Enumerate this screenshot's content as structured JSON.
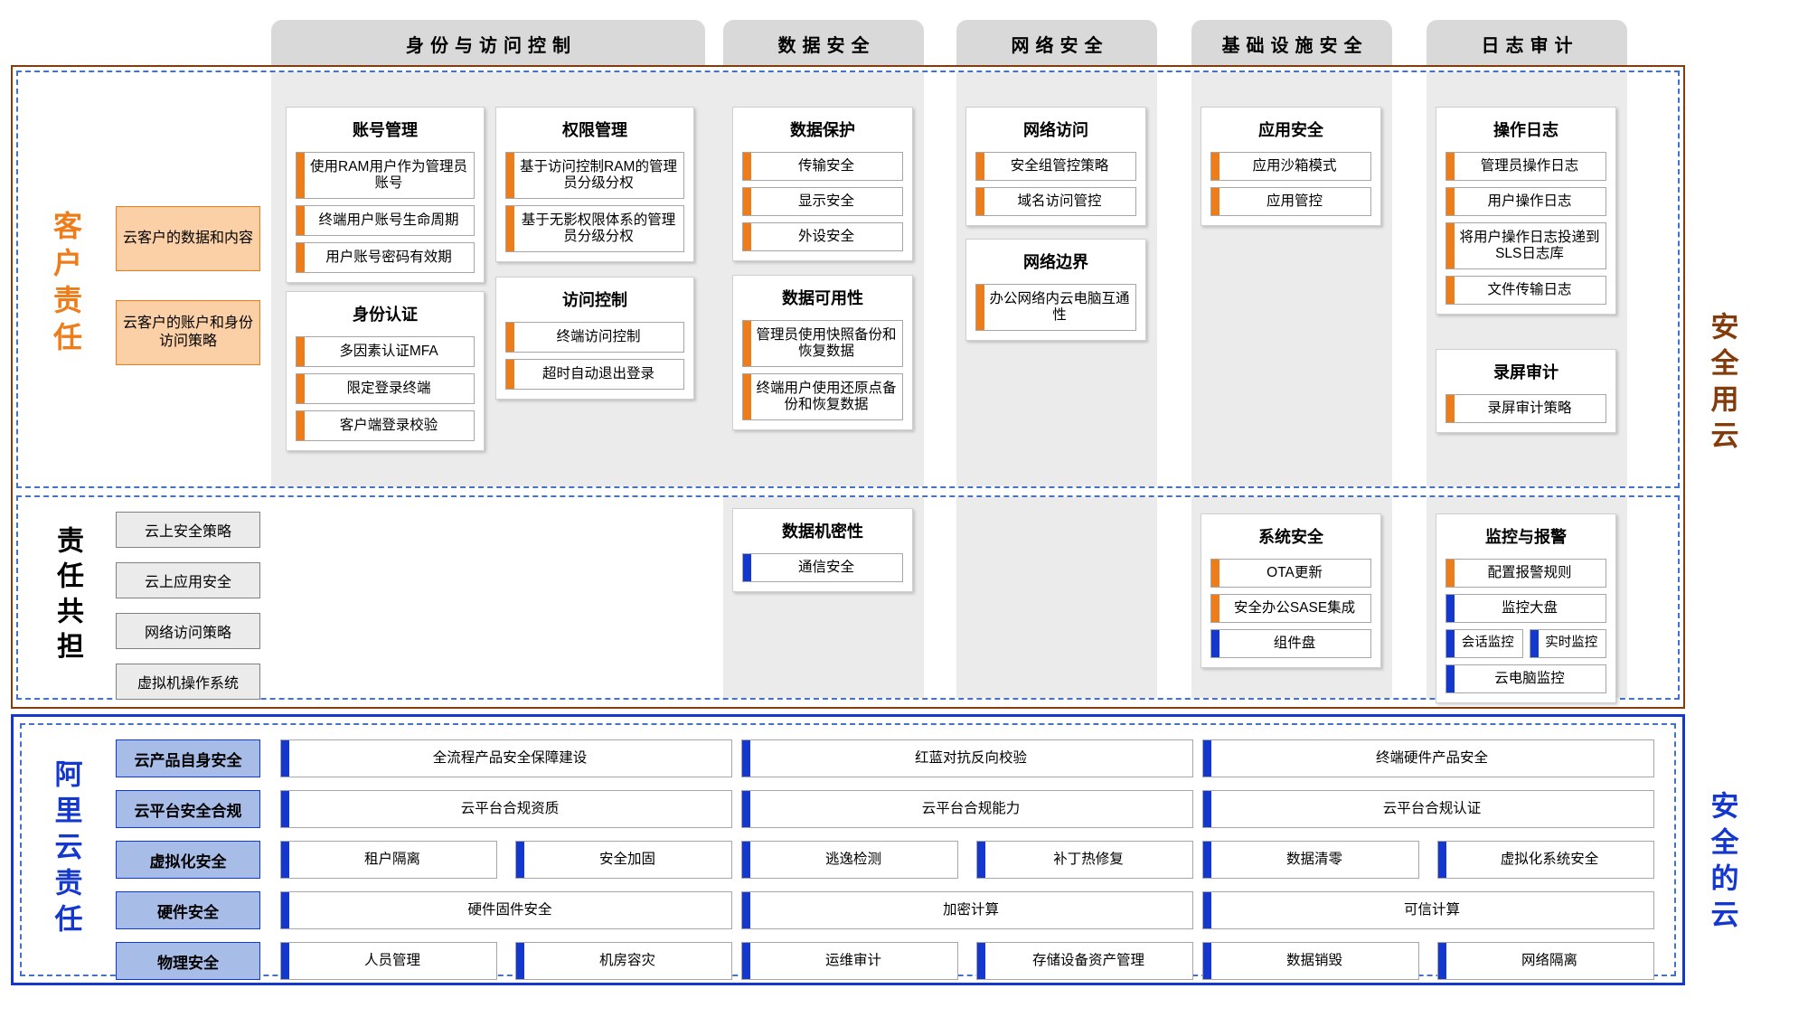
{
  "meta": {
    "colors": {
      "orange": "#ED7D1B",
      "orange_fill": "#FBD0A6",
      "blue": "#1438CE",
      "blue_fill": "#A8BCE8",
      "brown": "#843C0C",
      "dash_blue": "#4472C4",
      "grey_header": "#d9d9d9",
      "band_bg": "#ebebeb"
    }
  },
  "column_headers": [
    {
      "label": "身份与访问控制"
    },
    {
      "label": "数据安全"
    },
    {
      "label": "网络安全"
    },
    {
      "label": "基础设施安全"
    },
    {
      "label": "日志审计"
    }
  ],
  "side_labels": {
    "customer": "客户责任",
    "shared": "责任共担",
    "aliyun": "阿里云责任",
    "secure_use_of_cloud": "安全用云",
    "secure_cloud": "安全的云"
  },
  "customer_band": {
    "assets": [
      {
        "label": "云客户的数据和内容"
      },
      {
        "label": "云客户的账户和身份访问策略"
      }
    ],
    "cards": [
      {
        "title": "账号管理",
        "items": [
          {
            "label": "使用RAM用户作为管理员账号",
            "accent": "orange"
          },
          {
            "label": "终端用户账号生命周期",
            "accent": "orange"
          },
          {
            "label": "用户账号密码有效期",
            "accent": "orange"
          }
        ]
      },
      {
        "title": "身份认证",
        "items": [
          {
            "label": "多因素认证MFA",
            "accent": "orange"
          },
          {
            "label": "限定登录终端",
            "accent": "orange"
          },
          {
            "label": "客户端登录校验",
            "accent": "orange"
          }
        ]
      },
      {
        "title": "权限管理",
        "items": [
          {
            "label": "基于访问控制RAM的管理员分级分权",
            "accent": "orange"
          },
          {
            "label": "基于无影权限体系的管理员分级分权",
            "accent": "orange"
          }
        ]
      },
      {
        "title": "访问控制",
        "items": [
          {
            "label": "终端访问控制",
            "accent": "orange"
          },
          {
            "label": "超时自动退出登录",
            "accent": "orange"
          }
        ]
      },
      {
        "title": "数据保护",
        "items": [
          {
            "label": "传输安全",
            "accent": "orange"
          },
          {
            "label": "显示安全",
            "accent": "orange"
          },
          {
            "label": "外设安全",
            "accent": "orange"
          }
        ]
      },
      {
        "title": "数据可用性",
        "items": [
          {
            "label": "管理员使用快照备份和恢复数据",
            "accent": "orange"
          },
          {
            "label": "终端用户使用还原点备份和恢复数据",
            "accent": "orange"
          }
        ]
      },
      {
        "title": "网络访问",
        "items": [
          {
            "label": "安全组管控策略",
            "accent": "orange"
          },
          {
            "label": "域名访问管控",
            "accent": "orange"
          }
        ]
      },
      {
        "title": "网络边界",
        "items": [
          {
            "label": "办公网络内云电脑互通性",
            "accent": "orange"
          }
        ]
      },
      {
        "title": "应用安全",
        "items": [
          {
            "label": "应用沙箱模式",
            "accent": "orange"
          },
          {
            "label": "应用管控",
            "accent": "orange"
          }
        ]
      },
      {
        "title": "操作日志",
        "items": [
          {
            "label": "管理员操作日志",
            "accent": "orange"
          },
          {
            "label": "用户操作日志",
            "accent": "orange"
          },
          {
            "label": "将用户操作日志投递到SLS日志库",
            "accent": "orange"
          },
          {
            "label": "文件传输日志",
            "accent": "orange"
          }
        ]
      },
      {
        "title": "录屏审计",
        "items": [
          {
            "label": "录屏审计策略",
            "accent": "orange"
          }
        ]
      }
    ]
  },
  "shared_band": {
    "left_items": [
      {
        "label": "云上安全策略"
      },
      {
        "label": "云上应用安全"
      },
      {
        "label": "网络访问策略"
      },
      {
        "label": "虚拟机操作系统"
      }
    ],
    "cards": [
      {
        "title": "数据机密性",
        "items": [
          {
            "label": "通信安全",
            "accent": "blue"
          }
        ]
      },
      {
        "title": "系统安全",
        "items": [
          {
            "label": "OTA更新",
            "accent": "orange"
          },
          {
            "label": "安全办公SASE集成",
            "accent": "orange"
          },
          {
            "label": "组件盘",
            "accent": "blue"
          }
        ]
      },
      {
        "title": "监控与报警",
        "items": [
          {
            "label": "配置报警规则",
            "accent": "orange"
          },
          {
            "label": "监控大盘",
            "accent": "blue"
          },
          {
            "label": "会话监控",
            "accent": "blue"
          },
          {
            "label": "实时监控",
            "accent": "blue"
          },
          {
            "label": "云电脑监控",
            "accent": "blue"
          }
        ]
      }
    ]
  },
  "aliyun_band": {
    "rows": [
      {
        "label": "云产品自身安全",
        "items": [
          {
            "label": "全流程产品安全保障建设",
            "accent": "blue"
          },
          {
            "label": "红蓝对抗反向校验",
            "accent": "blue"
          },
          {
            "label": "终端硬件产品安全",
            "accent": "blue"
          }
        ]
      },
      {
        "label": "云平台安全合规",
        "items": [
          {
            "label": "云平台合规资质",
            "accent": "blue"
          },
          {
            "label": "云平台合规能力",
            "accent": "blue"
          },
          {
            "label": "云平台合规认证",
            "accent": "blue"
          }
        ]
      },
      {
        "label": "虚拟化安全",
        "items": [
          {
            "label": "租户隔离",
            "accent": "blue"
          },
          {
            "label": "安全加固",
            "accent": "blue"
          },
          {
            "label": "逃逸检测",
            "accent": "blue"
          },
          {
            "label": "补丁热修复",
            "accent": "blue"
          },
          {
            "label": "数据清零",
            "accent": "blue"
          },
          {
            "label": "虚拟化系统安全",
            "accent": "blue"
          }
        ]
      },
      {
        "label": "硬件安全",
        "items": [
          {
            "label": "硬件固件安全",
            "accent": "blue"
          },
          {
            "label": "加密计算",
            "accent": "blue"
          },
          {
            "label": "可信计算",
            "accent": "blue"
          }
        ]
      },
      {
        "label": "物理安全",
        "items": [
          {
            "label": "人员管理",
            "accent": "blue"
          },
          {
            "label": "机房容灾",
            "accent": "blue"
          },
          {
            "label": "运维审计",
            "accent": "blue"
          },
          {
            "label": "存储设备资产管理",
            "accent": "blue"
          },
          {
            "label": "数据销毁",
            "accent": "blue"
          },
          {
            "label": "网络隔离",
            "accent": "blue"
          }
        ]
      }
    ]
  }
}
